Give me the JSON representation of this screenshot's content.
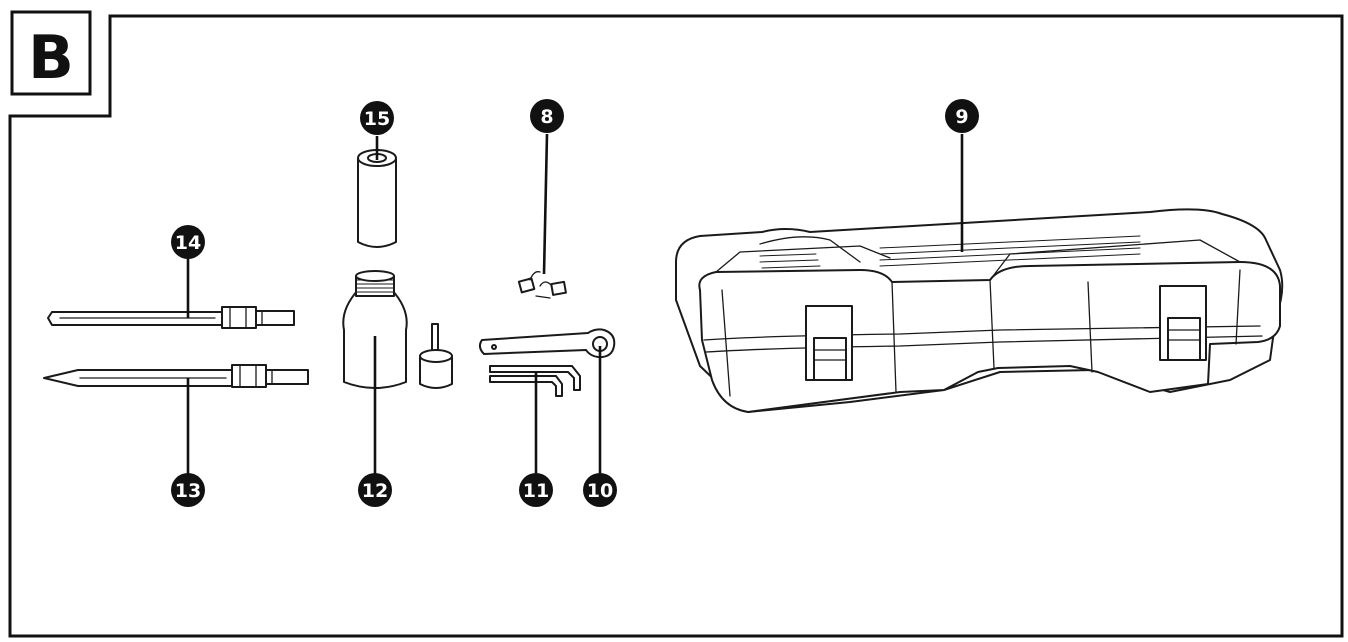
{
  "figure": {
    "label": "B",
    "callouts": [
      {
        "id": "c8",
        "number": "8"
      },
      {
        "id": "c9",
        "number": "9"
      },
      {
        "id": "c10",
        "number": "10"
      },
      {
        "id": "c11",
        "number": "11"
      },
      {
        "id": "c12",
        "number": "12"
      },
      {
        "id": "c13",
        "number": "13"
      },
      {
        "id": "c14",
        "number": "14"
      },
      {
        "id": "c15",
        "number": "15"
      }
    ]
  }
}
